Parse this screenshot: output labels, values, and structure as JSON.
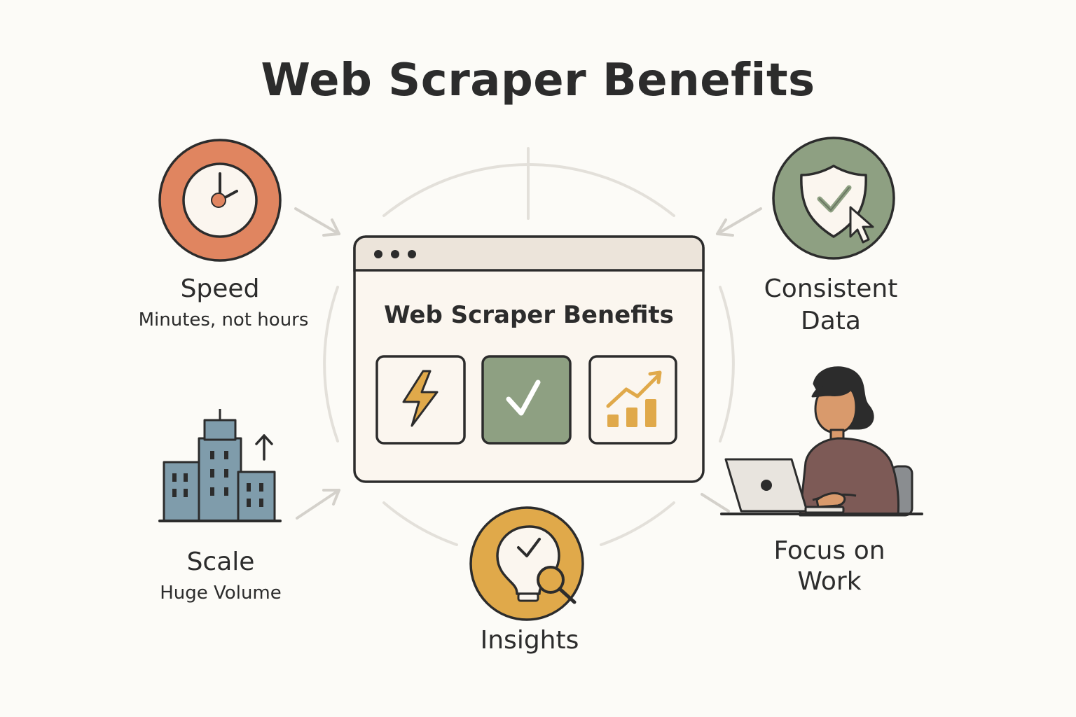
{
  "title": "Web Scraper Benefits",
  "center_window": {
    "title": "Web Scraper Benefits",
    "tiles": [
      {
        "icon": "lightning-icon",
        "color": "#e0a94a"
      },
      {
        "icon": "checkmark-icon",
        "color": "#8ea082"
      },
      {
        "icon": "bar-chart-growth-icon",
        "color": "#e0a94a"
      }
    ]
  },
  "benefits": {
    "speed": {
      "label": "Speed",
      "sublabel": "Minutes, not hours",
      "icon": "clock-icon",
      "color": "#e08560"
    },
    "consistent": {
      "label_line1": "Consistent",
      "label_line2": "Data",
      "icon": "shield-check-icon",
      "color": "#8ea082"
    },
    "scale": {
      "label": "Scale",
      "sublabel": "Huge Volume",
      "icon": "buildings-icon",
      "color": "#7f9cab"
    },
    "insights": {
      "label": "Insights",
      "icon": "lightbulb-magnifier-icon",
      "color": "#e0a94a"
    },
    "focus": {
      "label_line1": "Focus on",
      "label_line2": "Work",
      "icon": "person-laptop-icon",
      "color": "#7d5a56"
    }
  },
  "colors": {
    "ink": "#2c2c2c",
    "window_bg": "#fbf6ef",
    "titlebar": "#ece4da",
    "ring": "#e3e0da",
    "arrow": "#d4d1cb"
  }
}
